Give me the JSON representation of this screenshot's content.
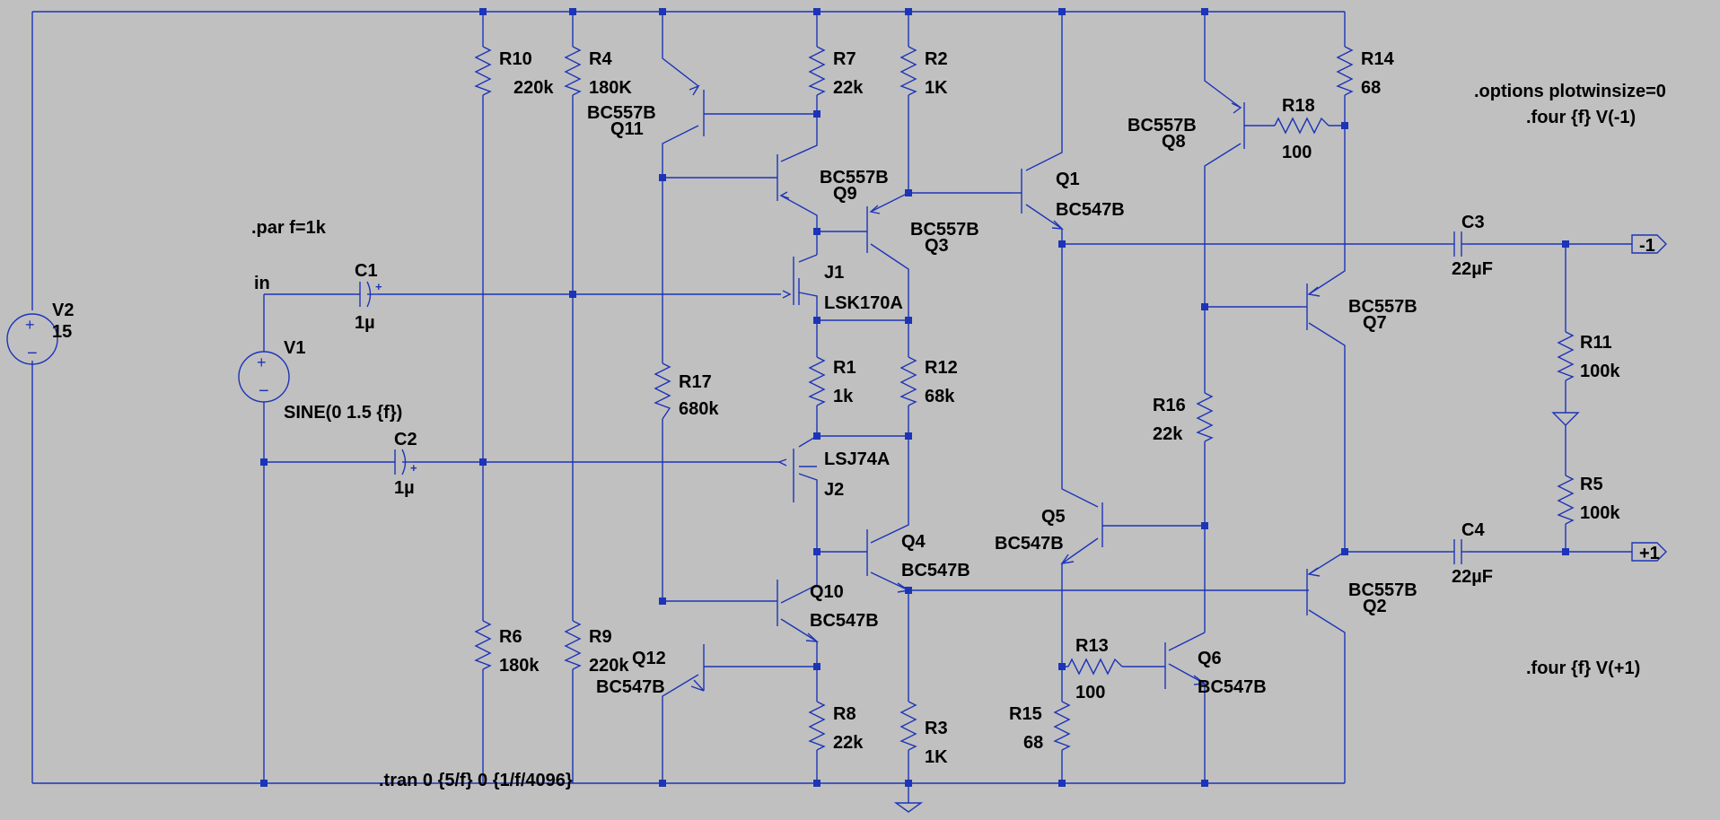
{
  "directives": {
    "par": ".par f=1k",
    "tran": ".tran 0 {5/f} 0 {1/f/4096}",
    "options": ".options plotwinsize=0",
    "four_minus": ".four {f} V(-1)",
    "four_plus": ".four {f} V(+1)"
  },
  "labels": {
    "in": "in",
    "out_minus": "-1",
    "out_plus": "+1"
  },
  "sources": {
    "V1": {
      "name": "V1",
      "value": "SINE(0 1.5 {f})"
    },
    "V2": {
      "name": "V2",
      "value": "15"
    }
  },
  "capacitors": {
    "C1": {
      "name": "C1",
      "value": "1µ"
    },
    "C2": {
      "name": "C2",
      "value": "1µ"
    },
    "C3": {
      "name": "C3",
      "value": "22µF"
    },
    "C4": {
      "name": "C4",
      "value": "22µF"
    }
  },
  "resistors": {
    "R1": {
      "name": "R1",
      "value": "1k"
    },
    "R2": {
      "name": "R2",
      "value": "1K"
    },
    "R3": {
      "name": "R3",
      "value": "1K"
    },
    "R4": {
      "name": "R4",
      "value": "180K"
    },
    "R5": {
      "name": "R5",
      "value": "100k"
    },
    "R6": {
      "name": "R6",
      "value": "180k"
    },
    "R7": {
      "name": "R7",
      "value": "22k"
    },
    "R8": {
      "name": "R8",
      "value": "22k"
    },
    "R9": {
      "name": "R9",
      "value": "220k"
    },
    "R10": {
      "name": "R10",
      "value": "220k"
    },
    "R11": {
      "name": "R11",
      "value": "100k"
    },
    "R12": {
      "name": "R12",
      "value": "68k"
    },
    "R13": {
      "name": "R13",
      "value": "100"
    },
    "R14": {
      "name": "R14",
      "value": "68"
    },
    "R15": {
      "name": "R15",
      "value": "68"
    },
    "R16": {
      "name": "R16",
      "value": "22k"
    },
    "R17": {
      "name": "R17",
      "value": "680k"
    },
    "R18": {
      "name": "R18",
      "value": "100"
    }
  },
  "transistors": {
    "Q1": {
      "name": "Q1",
      "model": "BC547B"
    },
    "Q2": {
      "name": "Q2",
      "model": "BC557B"
    },
    "Q3": {
      "name": "Q3",
      "model": "BC557B"
    },
    "Q4": {
      "name": "Q4",
      "model": "BC547B"
    },
    "Q5": {
      "name": "Q5",
      "model": "BC547B"
    },
    "Q6": {
      "name": "Q6",
      "model": "BC547B"
    },
    "Q7": {
      "name": "Q7",
      "model": "BC557B"
    },
    "Q8": {
      "name": "Q8",
      "model": "BC557B"
    },
    "Q9": {
      "name": "Q9",
      "model": "BC557B"
    },
    "Q10": {
      "name": "Q10",
      "model": "BC547B"
    },
    "Q11": {
      "name": "Q11",
      "model": "BC557B"
    },
    "Q12": {
      "name": "Q12",
      "model": "BC547B"
    },
    "J1": {
      "name": "J1",
      "model": "LSK170A"
    },
    "J2": {
      "name": "J2",
      "model": "LSJ74A"
    }
  },
  "colors": {
    "background": "#c0c0c0",
    "wire": "#1c34b8",
    "text": "#000000"
  }
}
